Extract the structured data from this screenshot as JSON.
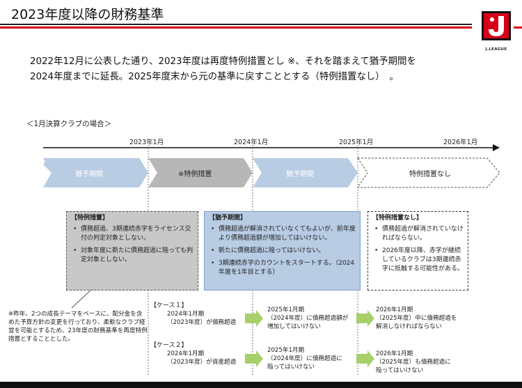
{
  "title": "2023年度以降の財務基準",
  "logo": {
    "text": "J.LEAGUE"
  },
  "intro": {
    "line1": "2022年12月に公表した通り、2023年度は再度特例措置とし ※、それを踏まえて猶予期間を",
    "line2": "2024年度までに延長。2025年度末から元の基準に戻すこととする（特例措置なし）　。"
  },
  "caption": "＜1月決算クラブの場合＞",
  "timeline": {
    "years": [
      "2023年1月",
      "2024年1月",
      "2025年1月",
      "2026年1月"
    ],
    "phases": [
      "猶予期間",
      "※特例措置",
      "猶予期間",
      "特例措置なし"
    ]
  },
  "boxes": [
    {
      "heading": "【特例措置】",
      "items": [
        "債務超過、3期連続赤字をライセンス交付の判定対象としない。",
        "対象年度に新たに債務超過に陥っても判定対象としない。"
      ]
    },
    {
      "heading": "【猶予期間】",
      "items": [
        "債務超過が解消されていなくてもよいが、前年度より債務超過額が増加してはいけない。",
        "新たに債務超過に陥ってはいけない。",
        "3期連続赤字のカウントをスタートする。（2024年度を1年目とする）"
      ]
    },
    {
      "heading": "【特例措置なし】",
      "items": [
        "債務超過が解消されていなければならない。",
        "2026年度以降、赤字が継続しているクラブは3期連続赤字に抵触する可能性がある。"
      ]
    }
  ],
  "note": "※昨年、2つの成長テーマをベースに、配分金を含めた予算方針の変更を行っており、柔軟なクラブ経営を可能とするため、23年度の財務基準を再度特例措置とすることとした。",
  "cases": [
    {
      "label": "【ケース１】",
      "cells": [
        "2024年1月期\n（2023年度）が債務超過",
        "2025年1月期\n（2024年度）に債務超過額が\n増加してはいけない",
        "2026年1月期\n（2025年度）中に債務超過を\n解消しなければならない"
      ]
    },
    {
      "label": "【ケース２】",
      "cells": [
        "2024年1月期\n（2023年度）が資産超過",
        "2025年1月期\n（2024年度）に債務超過に\n陥ってはいけない",
        "2026年1月期\n（2025年度）も債務超過に\n陥ってはいけない"
      ]
    }
  ],
  "colors": {
    "red_rule": "#d7001b",
    "blue_arrow": "#b8cce4",
    "gray_arrow": "#b7b7b7",
    "green_arrow": "#a9cf6b"
  }
}
